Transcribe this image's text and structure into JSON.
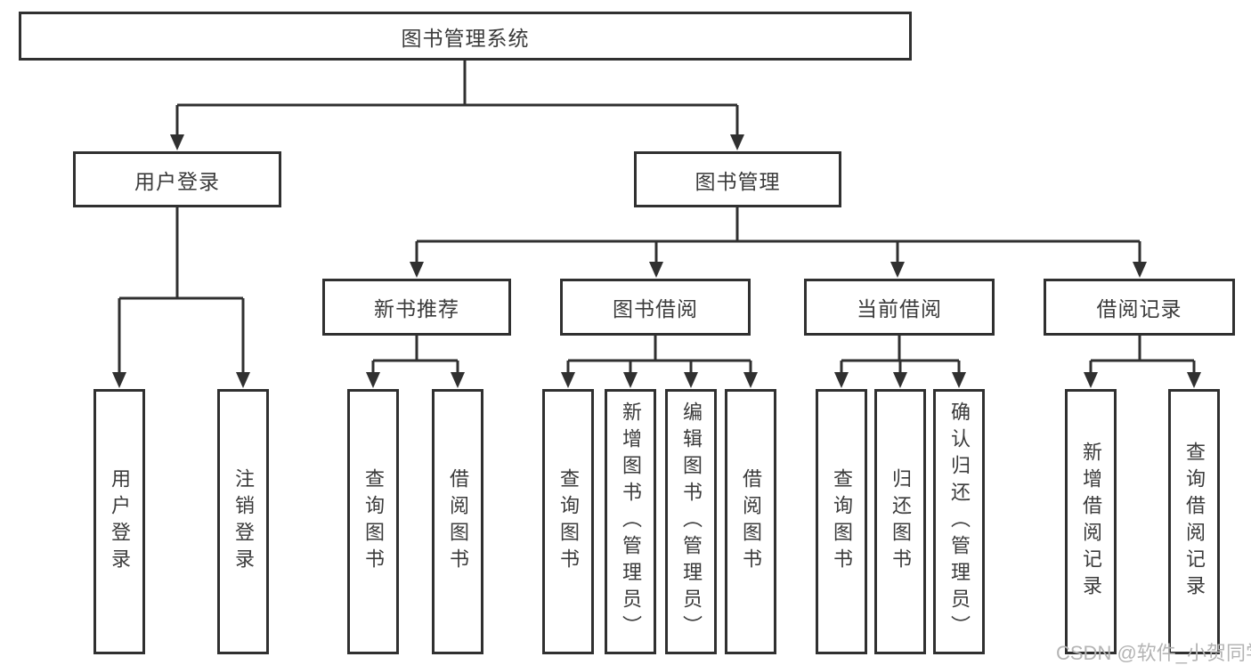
{
  "diagram": {
    "root": {
      "label": "图书管理系统"
    },
    "user_login": {
      "label": "用户登录"
    },
    "book_mgmt": {
      "label": "图书管理"
    },
    "new_rec": {
      "label": "新书推荐"
    },
    "borrow": {
      "label": "图书借阅"
    },
    "current": {
      "label": "当前借阅"
    },
    "record": {
      "label": "借阅记录"
    },
    "leaf_user_login": {
      "label": "用户登录"
    },
    "leaf_logout": {
      "label": "注销登录"
    },
    "leaf_query_book_rec": {
      "label": "查询图书"
    },
    "leaf_borrow_book_rec": {
      "label": "借阅图书"
    },
    "leaf_query_book_bor": {
      "label": "查询图书"
    },
    "leaf_add_book": {
      "label": "新增图书（管理员）"
    },
    "leaf_edit_book": {
      "label": "编辑图书（管理员）"
    },
    "leaf_borrow_book_bor": {
      "label": "借阅图书"
    },
    "leaf_query_book_cur": {
      "label": "查询图书"
    },
    "leaf_return_book": {
      "label": "归还图书"
    },
    "leaf_confirm_return": {
      "label": "确认归还（管理员）"
    },
    "leaf_add_record": {
      "label": "新增借阅记录"
    },
    "leaf_query_record": {
      "label": "查询借阅记录"
    }
  },
  "watermark": {
    "text": "CSDN @软件_小贺同学"
  },
  "colors": {
    "line": "#303030",
    "text": "#3b3b3b",
    "watermark": "#b4b4b4",
    "background": "#ffffff"
  }
}
